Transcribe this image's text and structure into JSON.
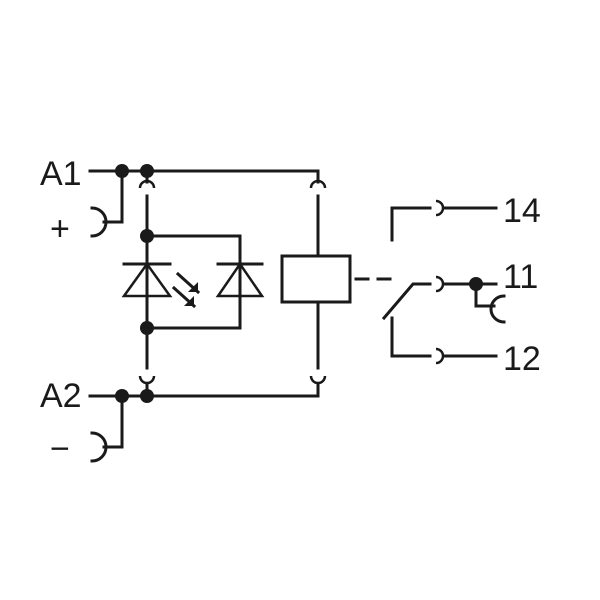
{
  "terminals": {
    "a1": "A1",
    "a2": "A2",
    "plus": "+",
    "minus": "−",
    "t14": "14",
    "t11": "11",
    "t12": "12"
  }
}
